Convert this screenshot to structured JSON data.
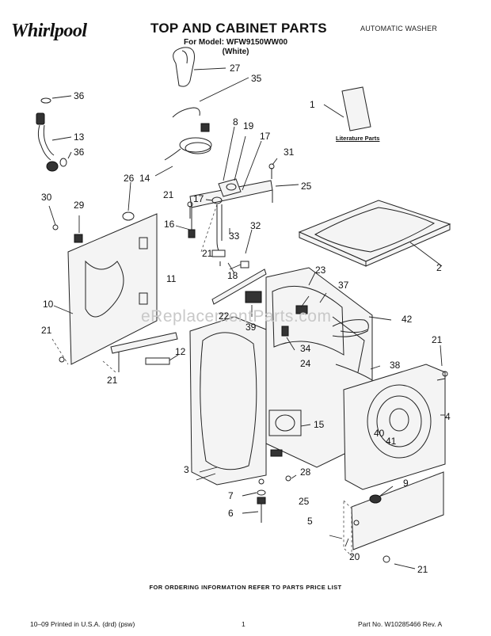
{
  "header": {
    "brand": "Whirlpool",
    "title": "TOP AND CABINET PARTS",
    "model_line": "For Model: WFW9150WW00",
    "color_line": "(White)",
    "category": "AUTOMATIC WASHER"
  },
  "literature_label": "Literature Parts",
  "watermark": "eReplacementParts.com",
  "callouts": [
    "27",
    "35",
    "36",
    "1",
    "13",
    "36",
    "8",
    "19",
    "17",
    "31",
    "14",
    "26",
    "25",
    "21",
    "17",
    "30",
    "29",
    "16",
    "33",
    "32",
    "2",
    "21",
    "18",
    "11",
    "23",
    "37",
    "10",
    "22",
    "39",
    "42",
    "21",
    "34",
    "12",
    "24",
    "21",
    "38",
    "4",
    "21",
    "15",
    "40",
    "41",
    "3",
    "28",
    "9",
    "7",
    "25",
    "6",
    "5",
    "20",
    "21"
  ],
  "footer": {
    "notice": "FOR ORDERING INFORMATION REFER TO PARTS PRICE LIST",
    "left": "10–09 Printed in U.S.A. (drd) (psw)",
    "page": "1",
    "right": "Part No. W10285466 Rev. A"
  }
}
